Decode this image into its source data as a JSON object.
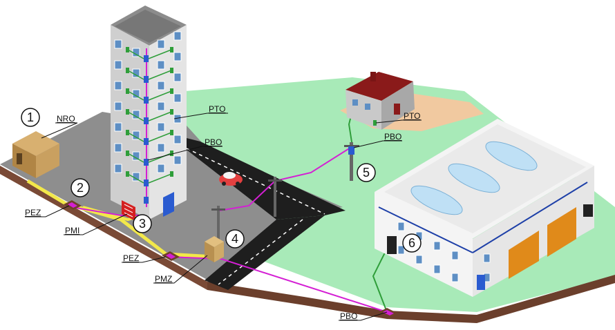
{
  "callouts": {
    "c1": "1",
    "c2": "2",
    "c3": "3",
    "c4": "4",
    "c5": "5",
    "c6": "6"
  },
  "labels": {
    "nro": "NRO",
    "pez_top": "PEZ",
    "pmi": "PMI",
    "pez_mid": "PEZ",
    "pmz": "PMZ",
    "pbo_bottom": "PBO",
    "pto_tower": "PTO",
    "pbo_tower": "PBO",
    "pto_house": "PTO",
    "pbo_pole": "PBO"
  },
  "colors": {
    "fiber_feeder": "#f2e84a",
    "fiber_distribution": "#d41fd4",
    "fiber_drop": "#2f9e3a",
    "lawn": "#a8eab8",
    "asphalt": "#8e8e8e",
    "road": "#1e1e1e",
    "earth": "#7a4a36",
    "tower_wall": "#d9d9d9",
    "roof_house": "#8a1a1a"
  }
}
